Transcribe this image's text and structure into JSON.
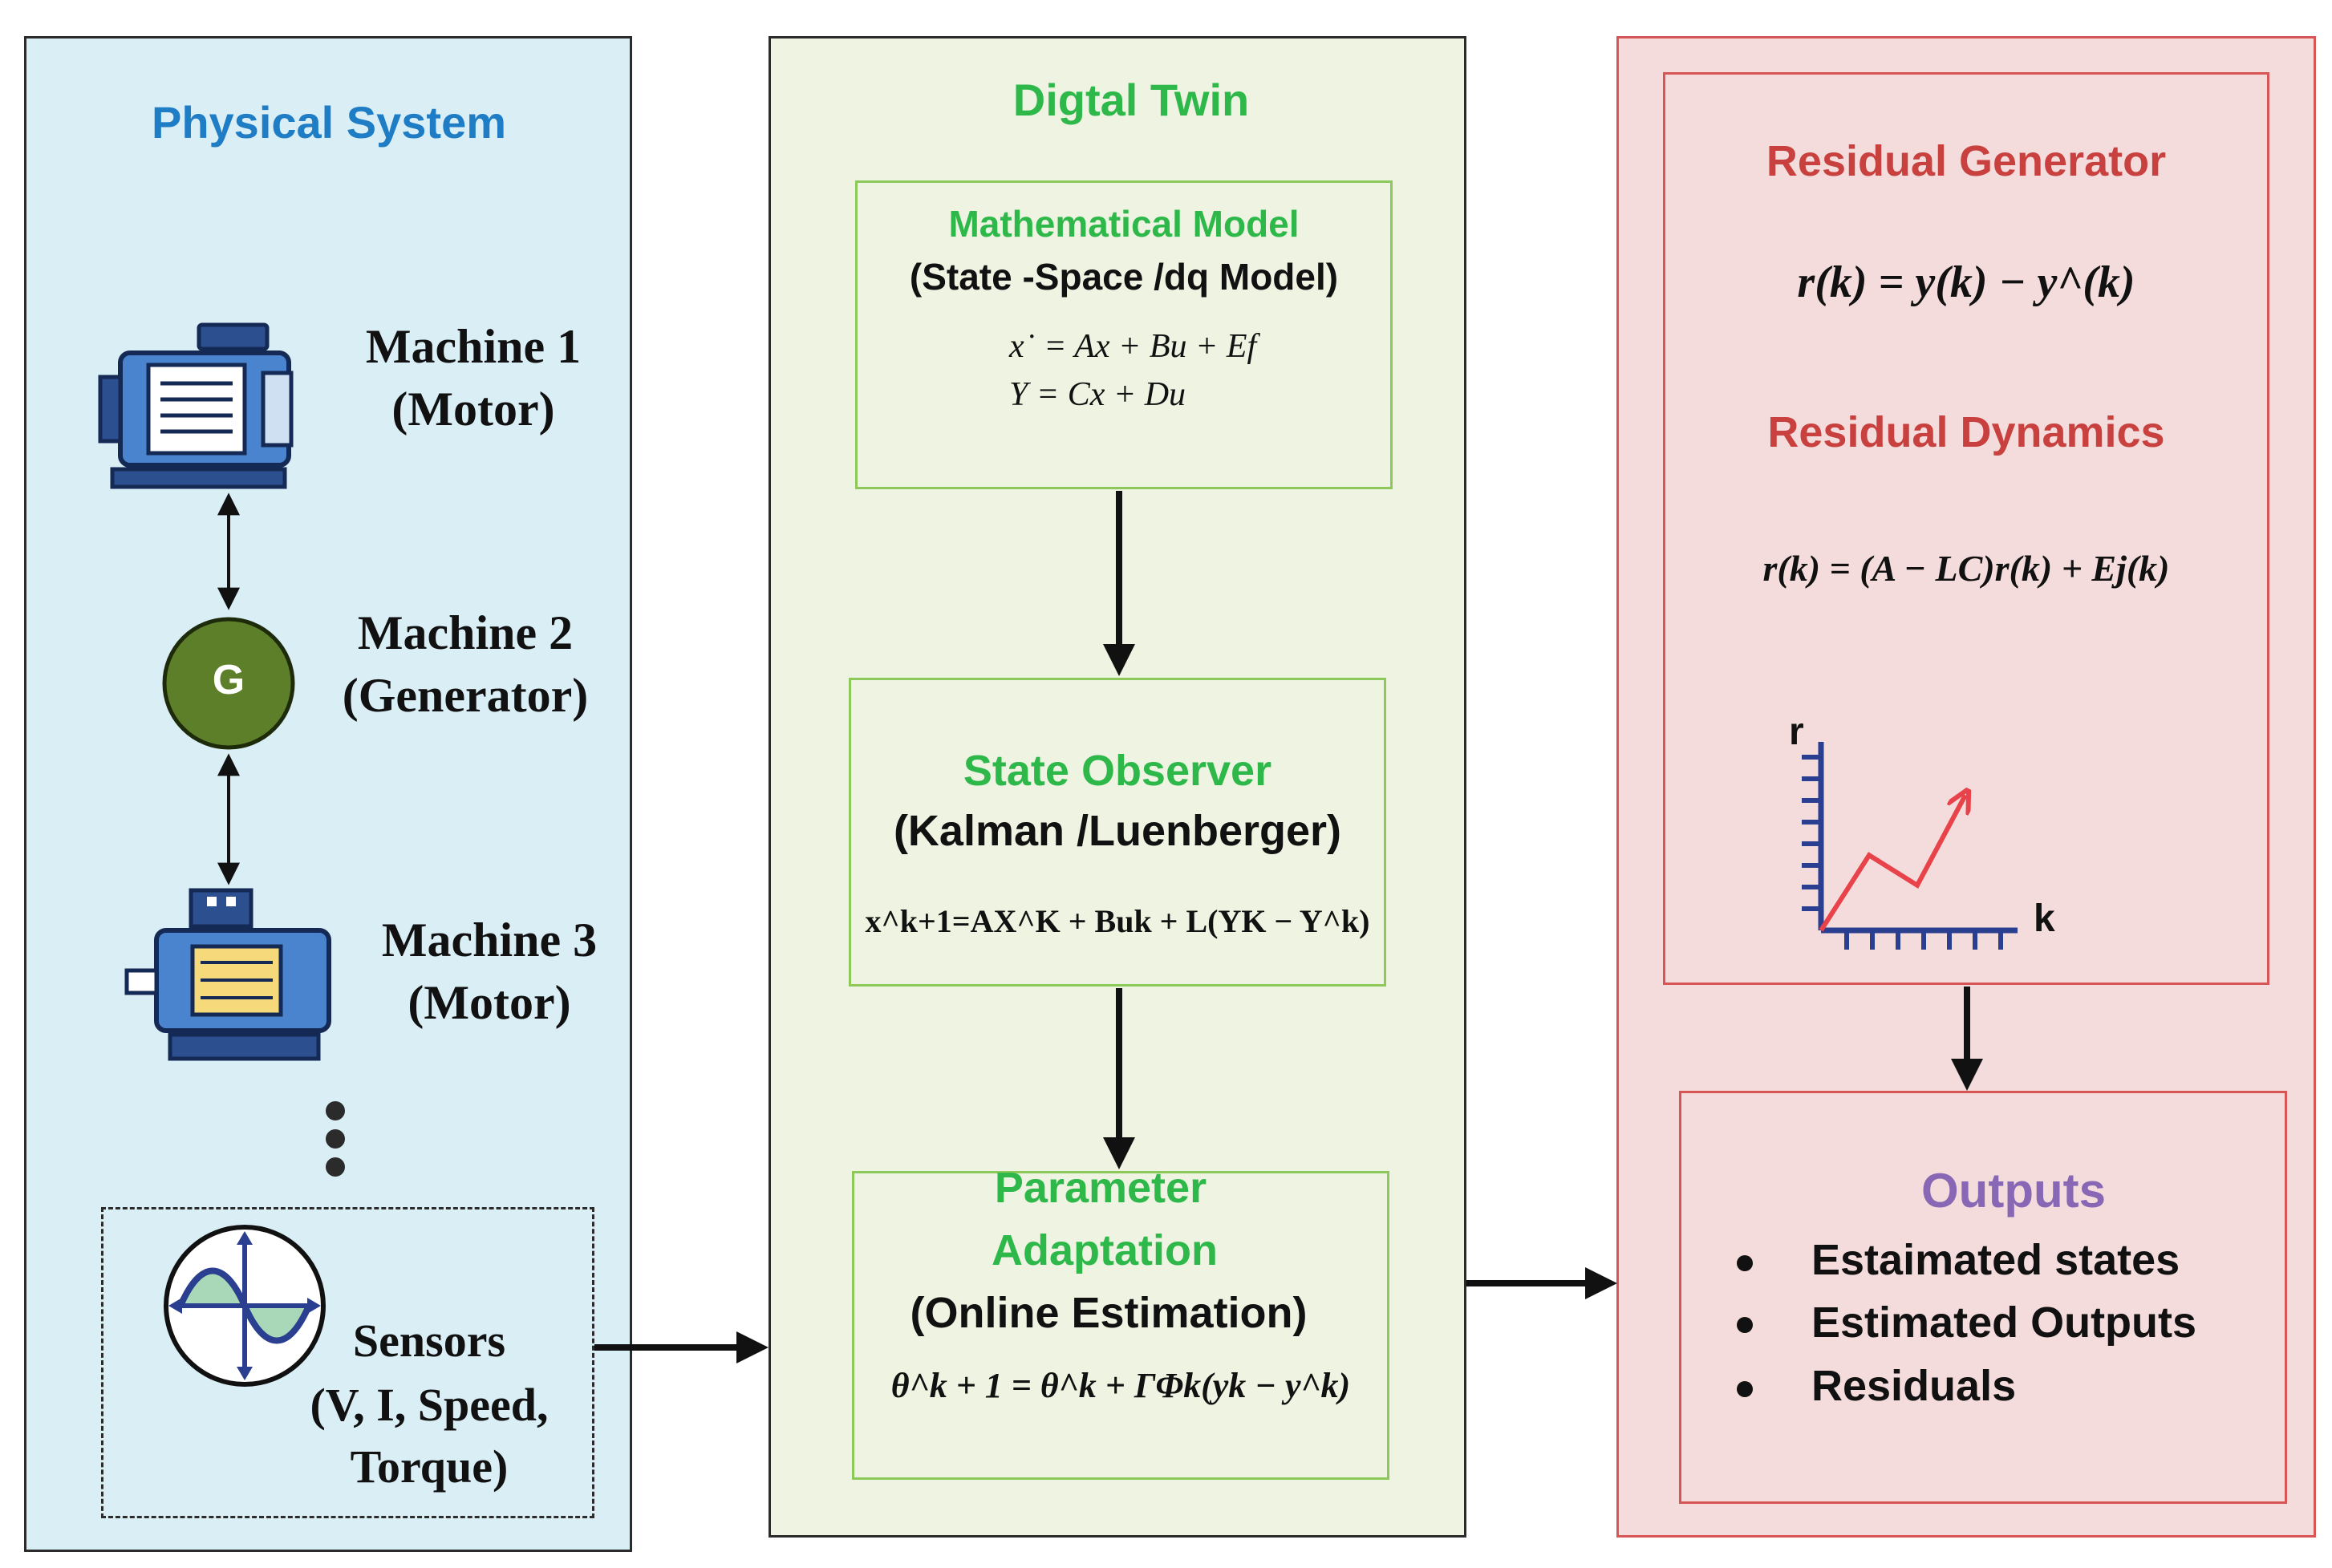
{
  "physical": {
    "title": "Physical System",
    "machine1": {
      "name": "Machine 1",
      "type": "(Motor)"
    },
    "machine2": {
      "name": "Machine 2",
      "type": "(Generator)",
      "glyph": "G"
    },
    "machine3": {
      "name": "Machine 3",
      "type": "(Motor)"
    },
    "sensors": {
      "line1": "Sensors",
      "line2": "(V, I, Speed,",
      "line3": "Torque)"
    }
  },
  "twin": {
    "title": "Digtal Twin",
    "model": {
      "title": "Mathematical Model",
      "subtitle": "(State -Space /dq Model)",
      "eq1": "x˙ = Ax + Bu + Ef",
      "eq2": "Y = Cx + Du"
    },
    "observer": {
      "title": "State Observer",
      "subtitle": "(Kalman /Luenberger)",
      "eq": "x^k+1=AX^K + Buk + L(YK − Y^k)"
    },
    "adaptation": {
      "title1": "Parameter",
      "title2": "Adaptation",
      "subtitle": "(Online Estimation)",
      "eq": "θ^k + 1 = θ^k + ΓΦk(yk − y^k)"
    }
  },
  "residual": {
    "gen_title": "Residual Generator",
    "gen_eq": "r(k) = y(k) − y^(k)",
    "dyn_title": "Residual Dynamics",
    "dyn_eq": "r(k) = (A − LC)r(k) + Ej(k)",
    "plot": {
      "y_label": "r",
      "x_label": "k"
    }
  },
  "outputs": {
    "title": "Outputs",
    "items": [
      "Estaimated states",
      "Estimated Outputs",
      "Residuals"
    ]
  },
  "colors": {
    "physical_bg": "#daeef6",
    "twin_bg": "#eef3e2",
    "residual_bg": "#f5dcdc",
    "blue_title": "#1f7dc5",
    "green_title": "#2eb84a",
    "red_title": "#c8413f",
    "purple_title": "#8868b4",
    "green_border": "#8cc85a",
    "red_border": "#d85555"
  },
  "chart_data": {
    "type": "line",
    "x": [
      0,
      1,
      2,
      3
    ],
    "values": [
      0,
      1,
      0.6,
      1.8
    ],
    "xlabel": "k",
    "ylabel": "r"
  }
}
